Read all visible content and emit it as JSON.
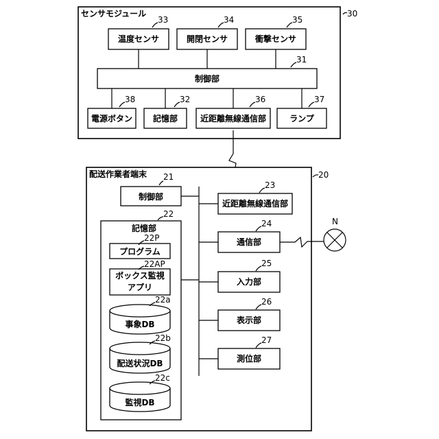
{
  "sensor_module": {
    "title": "センサモジュール",
    "ref": "30",
    "temperature_sensor": {
      "label": "温度センサ",
      "ref": "33"
    },
    "open_close_sensor": {
      "label": "開閉センサ",
      "ref": "34"
    },
    "impact_sensor": {
      "label": "衝撃センサ",
      "ref": "35"
    },
    "control_unit": {
      "label": "制御部",
      "ref": "31"
    },
    "power_button": {
      "label": "電源ボタン",
      "ref": "38"
    },
    "storage_unit": {
      "label": "記憶部",
      "ref": "32"
    },
    "nfc_unit": {
      "label": "近距離無線通信部",
      "ref": "36"
    },
    "lamp": {
      "label": "ランプ",
      "ref": "37"
    }
  },
  "terminal": {
    "title": "配送作業者端末",
    "ref": "20",
    "control_unit": {
      "label": "制御部",
      "ref": "21"
    },
    "storage_unit": {
      "label": "記憶部",
      "ref": "22"
    },
    "program": {
      "label": "プログラム",
      "ref": "22P"
    },
    "box_app": {
      "line1": "ボックス監視",
      "line2": "アプリ",
      "ref": "22AP"
    },
    "event_db": {
      "label": "事象DB",
      "ref": "22a"
    },
    "delivery_db": {
      "label": "配送状況DB",
      "ref": "22b"
    },
    "monitor_db": {
      "label": "監視DB",
      "ref": "22c"
    },
    "nfc_unit": {
      "label": "近距離無線通信部",
      "ref": "23"
    },
    "comm_unit": {
      "label": "通信部",
      "ref": "24"
    },
    "input_unit": {
      "label": "入力部",
      "ref": "25"
    },
    "display_unit": {
      "label": "表示部",
      "ref": "26"
    },
    "positioning_unit": {
      "label": "測位部",
      "ref": "27"
    }
  },
  "network": {
    "label": "N"
  }
}
